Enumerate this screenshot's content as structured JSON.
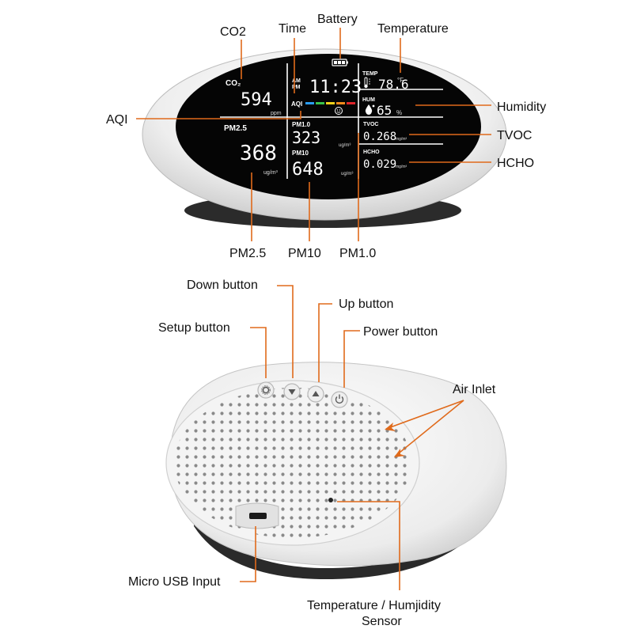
{
  "callouts_top": {
    "co2": "CO2",
    "time": "Time",
    "battery": "Battery",
    "temperature": "Temperature",
    "humidity": "Humidity",
    "aqi": "AQI",
    "tvoc": "TVOC",
    "hcho": "HCHO",
    "pm25": "PM2.5",
    "pm10": "PM10",
    "pm1": "PM1.0"
  },
  "display": {
    "co2_label": "CO₂",
    "co2_value": "594",
    "co2_unit": "ppm",
    "am": "AM",
    "pm": "PM",
    "time_value": "11:23",
    "temp_label": "TEMP",
    "temp_value": "78.6",
    "temp_unit": "°F",
    "hum_label": "HUM",
    "hum_value": "65",
    "hum_unit": "%",
    "aqi_label": "AQI",
    "pm25_label": "PM2.5",
    "pm25_value": "368",
    "pm25_unit": "ug/m³",
    "pm1_label": "PM1.0",
    "pm1_value": "323",
    "pm1_unit": "ug/m³",
    "pm10_label": "PM10",
    "pm10_value": "648",
    "pm10_unit": "ug/m³",
    "tvoc_label": "TVOC",
    "tvoc_value": "0.268",
    "tvoc_unit": "mg/m³",
    "hcho_label": "HCHO",
    "hcho_value": "0.029",
    "hcho_unit": "mg/m³",
    "aqi_colors": [
      "#2a9df4",
      "#39c24a",
      "#f2d21b",
      "#f08a1c",
      "#e0262b"
    ]
  },
  "callouts_bottom": {
    "down_button": "Down button",
    "up_button": "Up button",
    "setup_button": "Setup button",
    "power_button": "Power button",
    "air_inlet": "Air Inlet",
    "micro_usb": "Micro USB Input",
    "sensor_line1": "Temperature / Humjidity",
    "sensor_line2": "Sensor"
  },
  "colors": {
    "leader": "#e06a1b",
    "device_shell": "#f1f1f1",
    "screen": "#050505"
  },
  "icons": [
    "battery-icon",
    "thermometer-icon",
    "water-drop-icon",
    "smiley-icon",
    "gear-icon",
    "chevron-down-icon",
    "chevron-up-icon",
    "power-icon"
  ]
}
